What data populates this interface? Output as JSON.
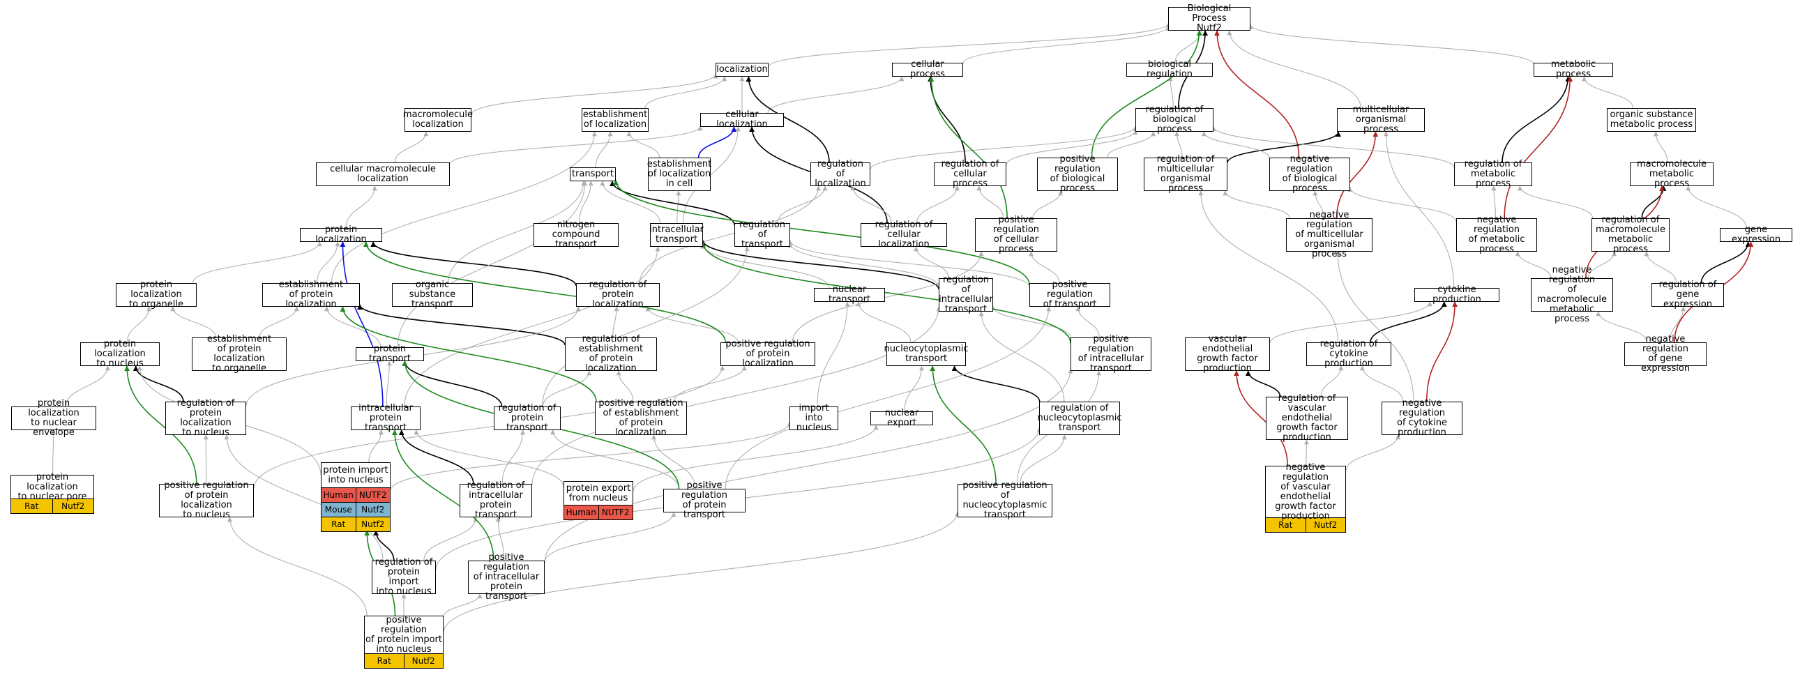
{
  "nodes": [
    {
      "id": "bp",
      "label": "Biological Process\nNutf2"
    },
    {
      "id": "loc",
      "label": "localization"
    },
    {
      "id": "cellproc",
      "label": "cellular process"
    },
    {
      "id": "bioreg",
      "label": "biological regulation"
    },
    {
      "id": "metab",
      "label": "metabolic process"
    },
    {
      "id": "macroloc",
      "label": "macromolecule\nlocalization"
    },
    {
      "id": "estloc",
      "label": "establishment\nof localization"
    },
    {
      "id": "cellloc",
      "label": "cellular localization"
    },
    {
      "id": "regbio",
      "label": "regulation of\nbiological process"
    },
    {
      "id": "multi",
      "label": "multicellular\norganismal process"
    },
    {
      "id": "orgsub",
      "label": "organic substance\nmetabolic process"
    },
    {
      "id": "cellmacroloc",
      "label": "cellular macromolecule\nlocalization"
    },
    {
      "id": "transport",
      "label": "transport"
    },
    {
      "id": "estlocincell",
      "label": "establishment\nof localization\nin cell"
    },
    {
      "id": "regloc",
      "label": "regulation of\nlocalization"
    },
    {
      "id": "regcellproc",
      "label": "regulation of\ncellular process"
    },
    {
      "id": "posregbio",
      "label": "positive regulation\nof biological\nprocess"
    },
    {
      "id": "regmulti",
      "label": "regulation of\nmulticellular\norganismal process"
    },
    {
      "id": "negregbio",
      "label": "negative regulation\nof biological\nprocess"
    },
    {
      "id": "regmetab",
      "label": "regulation of\nmetabolic process"
    },
    {
      "id": "macrometab",
      "label": "macromolecule\nmetabolic process"
    },
    {
      "id": "protloc",
      "label": "protein localization"
    },
    {
      "id": "nitro",
      "label": "nitrogen compound\ntransport"
    },
    {
      "id": "intratrans",
      "label": "intracellular\ntransport"
    },
    {
      "id": "regtransport",
      "label": "regulation of\ntransport"
    },
    {
      "id": "regcellloc",
      "label": "regulation of\ncellular localization"
    },
    {
      "id": "posregcell",
      "label": "positive regulation\nof cellular\nprocess"
    },
    {
      "id": "negregmulti",
      "label": "negative regulation\nof multicellular\norganismal process"
    },
    {
      "id": "negregmetab",
      "label": "negative regulation\nof metabolic\nprocess"
    },
    {
      "id": "regmacrometab",
      "label": "regulation of\nmacromolecule\nmetabolic process"
    },
    {
      "id": "geneexp",
      "label": "gene expression"
    },
    {
      "id": "protlocorg",
      "label": "protein localization\nto organelle"
    },
    {
      "id": "estprotloc",
      "label": "establishment\nof protein localization"
    },
    {
      "id": "orgsubtrans",
      "label": "organic substance\ntransport"
    },
    {
      "id": "regprotloc",
      "label": "regulation of\nprotein localization"
    },
    {
      "id": "nuctrans",
      "label": "nuclear transport"
    },
    {
      "id": "regintratrans",
      "label": "regulation of\nintracellular\ntransport"
    },
    {
      "id": "posregtransport",
      "label": "positive regulation\nof transport"
    },
    {
      "id": "cytoprod",
      "label": "cytokine production"
    },
    {
      "id": "negregmacro",
      "label": "negative regulation\nof macromolecule\nmetabolic process"
    },
    {
      "id": "reggeneexp",
      "label": "regulation of\ngene expression"
    },
    {
      "id": "protlocnuc",
      "label": "protein localization\nto nucleus"
    },
    {
      "id": "estprotlocorg",
      "label": "establishment\nof protein localization\nto organelle"
    },
    {
      "id": "prottrans",
      "label": "protein transport"
    },
    {
      "id": "regestprotloc",
      "label": "regulation of\nestablishment\nof protein localization"
    },
    {
      "id": "posregprotloc",
      "label": "positive regulation\nof protein localization"
    },
    {
      "id": "nucytrans",
      "label": "nucleocytoplasmic\ntransport"
    },
    {
      "id": "posregintratrans",
      "label": "positive regulation\nof intracellular\ntransport"
    },
    {
      "id": "vegfprod",
      "label": "vascular endothelial\ngrowth factor\nproduction"
    },
    {
      "id": "regcytoprod",
      "label": "regulation of\ncytokine production"
    },
    {
      "id": "negreggeneexp",
      "label": "negative regulation\nof gene expression"
    },
    {
      "id": "protlocnucenv",
      "label": "protein localization\nto nuclear envelope"
    },
    {
      "id": "regprotlocnuc",
      "label": "regulation of\nprotein localization\nto nucleus"
    },
    {
      "id": "intraprottrans",
      "label": "intracellular\nprotein transport"
    },
    {
      "id": "regprottrans",
      "label": "regulation of\nprotein transport"
    },
    {
      "id": "posregestprotloc",
      "label": "positive regulation\nof establishment\nof protein localization"
    },
    {
      "id": "importnuc",
      "label": "import into\nnucleus"
    },
    {
      "id": "nucexport",
      "label": "nuclear export"
    },
    {
      "id": "regnucytrans",
      "label": "regulation of\nnucleocytoplasmic\ntransport"
    },
    {
      "id": "regvegf",
      "label": "regulation of\nvascular endothelial\ngrowth factor\nproduction"
    },
    {
      "id": "negregcyto",
      "label": "negative regulation\nof cytokine\nproduction"
    },
    {
      "id": "posregprotlocnuc",
      "label": "positive regulation\nof protein localization\nto nucleus"
    },
    {
      "id": "regintraprottrans",
      "label": "regulation of\nintracellular\nprotein transport"
    },
    {
      "id": "posregprottrans",
      "label": "positive regulation\nof protein transport"
    },
    {
      "id": "posregnucytrans",
      "label": "positive regulation\nof nucleocytoplasmic\ntransport"
    },
    {
      "id": "regprotimport",
      "label": "regulation of\nprotein import\ninto nucleus"
    },
    {
      "id": "posregintraprottrans",
      "label": "positive regulation\nof intracellular\nprotein transport"
    }
  ],
  "tables": [
    {
      "id": "protlocnucpore",
      "label": "protein localization\nto nuclear pore",
      "rows": [
        {
          "species": "Rat",
          "gene": "Nutf2",
          "color": "#f5c400"
        }
      ]
    },
    {
      "id": "protimportnuc",
      "label": "protein import\ninto nucleus",
      "rows": [
        {
          "species": "Human",
          "gene": "NUTF2",
          "color": "#e8574a"
        },
        {
          "species": "Mouse",
          "gene": "Nutf2",
          "color": "#7fb5cf"
        },
        {
          "species": "Rat",
          "gene": "Nutf2",
          "color": "#f5c400"
        }
      ]
    },
    {
      "id": "protexportnuc",
      "label": "protein export\nfrom nucleus",
      "rows": [
        {
          "species": "Human",
          "gene": "NUTF2",
          "color": "#e8574a"
        }
      ]
    },
    {
      "id": "negregvegf",
      "label": "negative regulation\nof vascular\nendothelial\ngrowth factor\nproduction",
      "rows": [
        {
          "species": "Rat",
          "gene": "Nutf2",
          "color": "#f5c400"
        }
      ]
    },
    {
      "id": "posregprotimport",
      "label": "positive regulation\nof protein import\ninto nucleus",
      "rows": [
        {
          "species": "Rat",
          "gene": "Nutf2",
          "color": "#f5c400"
        }
      ]
    }
  ],
  "edge_colors": {
    "is_a": "#b0b0b0",
    "part_of": "#000000",
    "regulates": "#000000",
    "positively_regulates": "#1e8a1e",
    "negatively_regulates": "#b22222",
    "occurs_in": "#1010e0"
  },
  "edges": [
    [
      "loc",
      "bp",
      "gray"
    ],
    [
      "cellproc",
      "bp",
      "gray"
    ],
    [
      "bioreg",
      "bp",
      "gray"
    ],
    [
      "metab",
      "bp",
      "gray"
    ],
    [
      "regbio",
      "bioreg",
      "gray"
    ],
    [
      "regbio",
      "bp",
      "black"
    ],
    [
      "multi",
      "bp",
      "gray"
    ],
    [
      "negregbio",
      "bp",
      "red"
    ],
    [
      "posregbio",
      "bp",
      "green"
    ],
    [
      "macroloc",
      "loc",
      "gray"
    ],
    [
      "estloc",
      "loc",
      "gray"
    ],
    [
      "cellloc",
      "loc",
      "gray"
    ],
    [
      "cellloc",
      "cellproc",
      "gray"
    ],
    [
      "regloc",
      "loc",
      "black"
    ],
    [
      "regloc",
      "regbio",
      "gray"
    ],
    [
      "cellmacroloc",
      "macroloc",
      "gray"
    ],
    [
      "cellmacroloc",
      "cellloc",
      "gray"
    ],
    [
      "transport",
      "estloc",
      "gray"
    ],
    [
      "estlocincell",
      "estloc",
      "gray"
    ],
    [
      "estlocincell",
      "cellloc",
      "blue"
    ],
    [
      "regcellproc",
      "cellproc",
      "black"
    ],
    [
      "regcellproc",
      "regbio",
      "gray"
    ],
    [
      "posregbio",
      "regbio",
      "gray"
    ],
    [
      "posregcell",
      "cellproc",
      "green"
    ],
    [
      "posregcell",
      "regcellproc",
      "gray"
    ],
    [
      "posregcell",
      "posregbio",
      "gray"
    ],
    [
      "regmulti",
      "regbio",
      "gray"
    ],
    [
      "regmulti",
      "multi",
      "black"
    ],
    [
      "negregbio",
      "regbio",
      "gray"
    ],
    [
      "negregmulti",
      "regmulti",
      "gray"
    ],
    [
      "negregmulti",
      "negregbio",
      "gray"
    ],
    [
      "negregmulti",
      "multi",
      "red"
    ],
    [
      "regmetab",
      "metab",
      "black"
    ],
    [
      "regmetab",
      "regbio",
      "gray"
    ],
    [
      "negregmetab",
      "regmetab",
      "gray"
    ],
    [
      "negregmetab",
      "metab",
      "red"
    ],
    [
      "negregmetab",
      "negregbio",
      "gray"
    ],
    [
      "orgsub",
      "metab",
      "gray"
    ],
    [
      "macrometab",
      "orgsub",
      "gray"
    ],
    [
      "regmacrometab",
      "regmetab",
      "gray"
    ],
    [
      "regmacrometab",
      "macrometab",
      "black"
    ],
    [
      "geneexp",
      "macrometab",
      "gray"
    ],
    [
      "negregmacro",
      "regmacrometab",
      "gray"
    ],
    [
      "negregmacro",
      "negregmetab",
      "gray"
    ],
    [
      "negregmacro",
      "macrometab",
      "red"
    ],
    [
      "reggeneexp",
      "regmacrometab",
      "gray"
    ],
    [
      "reggeneexp",
      "geneexp",
      "black"
    ],
    [
      "negreggeneexp",
      "reggeneexp",
      "gray"
    ],
    [
      "negreggeneexp",
      "negregmacro",
      "gray"
    ],
    [
      "negreggeneexp",
      "geneexp",
      "red"
    ],
    [
      "protloc",
      "cellmacroloc",
      "gray"
    ],
    [
      "nitro",
      "transport",
      "gray"
    ],
    [
      "intratrans",
      "transport",
      "gray"
    ],
    [
      "intratrans",
      "cellloc",
      "gray"
    ],
    [
      "intratrans",
      "estlocincell",
      "gray"
    ],
    [
      "regtransport",
      "transport",
      "black"
    ],
    [
      "regtransport",
      "regloc",
      "gray"
    ],
    [
      "regcellloc",
      "cellloc",
      "black"
    ],
    [
      "regcellloc",
      "regloc",
      "gray"
    ],
    [
      "regcellloc",
      "regcellproc",
      "gray"
    ],
    [
      "protlocorg",
      "protloc",
      "gray"
    ],
    [
      "estprotloc",
      "protloc",
      "gray"
    ],
    [
      "estprotloc",
      "estloc",
      "gray"
    ],
    [
      "orgsubtrans",
      "transport",
      "gray"
    ],
    [
      "regprotloc",
      "protloc",
      "black"
    ],
    [
      "regprotloc",
      "regloc",
      "gray"
    ],
    [
      "nuctrans",
      "intratrans",
      "gray"
    ],
    [
      "regintratrans",
      "intratrans",
      "black"
    ],
    [
      "regintratrans",
      "regtransport",
      "gray"
    ],
    [
      "regintratrans",
      "regcellloc",
      "gray"
    ],
    [
      "posregtransport",
      "regtransport",
      "gray"
    ],
    [
      "posregtransport",
      "posregcell",
      "gray"
    ],
    [
      "posregtransport",
      "transport",
      "green"
    ],
    [
      "cytoprod",
      "multi",
      "gray"
    ],
    [
      "regcytoprod",
      "cytoprod",
      "black"
    ],
    [
      "regcytoprod",
      "regmulti",
      "gray"
    ],
    [
      "negregcyto",
      "regcytoprod",
      "gray"
    ],
    [
      "negregcyto",
      "cytoprod",
      "red"
    ],
    [
      "negregcyto",
      "negregmulti",
      "gray"
    ],
    [
      "vegfprod",
      "cytoprod",
      "gray"
    ],
    [
      "regvegf",
      "vegfprod",
      "black"
    ],
    [
      "regvegf",
      "regcytoprod",
      "gray"
    ],
    [
      "negregvegf",
      "regvegf",
      "gray"
    ],
    [
      "negregvegf",
      "vegfprod",
      "red"
    ],
    [
      "negregvegf",
      "negregcyto",
      "gray"
    ],
    [
      "protlocnuc",
      "protlocorg",
      "gray"
    ],
    [
      "estprotlocorg",
      "estprotloc",
      "gray"
    ],
    [
      "estprotlocorg",
      "protlocorg",
      "gray"
    ],
    [
      "prottrans",
      "estprotloc",
      "gray"
    ],
    [
      "prottrans",
      "transport",
      "gray"
    ],
    [
      "regestprotloc",
      "estprotloc",
      "black"
    ],
    [
      "regestprotloc",
      "regprotloc",
      "gray"
    ],
    [
      "posregprotloc",
      "regprotloc",
      "gray"
    ],
    [
      "posregprotloc",
      "protloc",
      "green"
    ],
    [
      "posregprotloc",
      "posregcell",
      "gray"
    ],
    [
      "nucytrans",
      "nuctrans",
      "gray"
    ],
    [
      "posregintratrans",
      "regintratrans",
      "gray"
    ],
    [
      "posregintratrans",
      "posregtransport",
      "gray"
    ],
    [
      "posregintratrans",
      "intratrans",
      "green"
    ],
    [
      "protlocnucenv",
      "protlocnuc",
      "gray"
    ],
    [
      "protlocnucpore",
      "protlocnucenv",
      "gray"
    ],
    [
      "regprotlocnuc",
      "protlocnuc",
      "black"
    ],
    [
      "regprotlocnuc",
      "regprotloc",
      "gray"
    ],
    [
      "intraprottrans",
      "prottrans",
      "gray"
    ],
    [
      "intraprottrans",
      "intratrans",
      "gray"
    ],
    [
      "intraprottrans",
      "protloc",
      "blue"
    ],
    [
      "regprottrans",
      "prottrans",
      "black"
    ],
    [
      "regprottrans",
      "regtransport",
      "gray"
    ],
    [
      "regprottrans",
      "regestprotloc",
      "gray"
    ],
    [
      "posregestprotloc",
      "regestprotloc",
      "gray"
    ],
    [
      "posregestprotloc",
      "estprotloc",
      "green"
    ],
    [
      "posregestprotloc",
      "posregprotloc",
      "gray"
    ],
    [
      "importnuc",
      "nuctrans",
      "gray"
    ],
    [
      "nucexport",
      "nucytrans",
      "gray"
    ],
    [
      "regnucytrans",
      "nucytrans",
      "black"
    ],
    [
      "regnucytrans",
      "regintratrans",
      "gray"
    ],
    [
      "posregprotlocnuc",
      "regprotlocnuc",
      "gray"
    ],
    [
      "posregprotlocnuc",
      "protlocnuc",
      "green"
    ],
    [
      "posregprotlocnuc",
      "posregprotloc",
      "gray"
    ],
    [
      "protimportnuc",
      "intraprottrans",
      "gray"
    ],
    [
      "protimportnuc",
      "importnuc",
      "gray"
    ],
    [
      "protimportnuc",
      "protlocnuc",
      "gray"
    ],
    [
      "protexportnuc",
      "nucexport",
      "gray"
    ],
    [
      "protexportnuc",
      "intraprottrans",
      "gray"
    ],
    [
      "regintraprottrans",
      "intraprottrans",
      "black"
    ],
    [
      "regintraprottrans",
      "regprottrans",
      "gray"
    ],
    [
      "regintraprottrans",
      "regintratrans",
      "gray"
    ],
    [
      "posregprottrans",
      "regprottrans",
      "gray"
    ],
    [
      "posregprottrans",
      "prottrans",
      "green"
    ],
    [
      "posregprottrans",
      "posregtransport",
      "gray"
    ],
    [
      "posregprottrans",
      "posregestprotloc",
      "gray"
    ],
    [
      "posregnucytrans",
      "regnucytrans",
      "gray"
    ],
    [
      "posregnucytrans",
      "nucytrans",
      "green"
    ],
    [
      "posregnucytrans",
      "posregintratrans",
      "gray"
    ],
    [
      "regprotimport",
      "protimportnuc",
      "black"
    ],
    [
      "regprotimport",
      "regintraprottrans",
      "gray"
    ],
    [
      "regprotimport",
      "regprotlocnuc",
      "gray"
    ],
    [
      "regprotimport",
      "regnucytrans",
      "gray"
    ],
    [
      "posregintraprottrans",
      "regintraprottrans",
      "gray"
    ],
    [
      "posregintraprottrans",
      "intraprottrans",
      "green"
    ],
    [
      "posregintraprottrans",
      "posregintratrans",
      "gray"
    ],
    [
      "posregintraprottrans",
      "posregprottrans",
      "gray"
    ],
    [
      "posregprotimport",
      "regprotimport",
      "gray"
    ],
    [
      "posregprotimport",
      "protimportnuc",
      "green"
    ],
    [
      "posregprotimport",
      "posregintraprottrans",
      "gray"
    ],
    [
      "posregprotimport",
      "posregprotlocnuc",
      "gray"
    ],
    [
      "posregprotimport",
      "posregnucytrans",
      "gray"
    ]
  ]
}
